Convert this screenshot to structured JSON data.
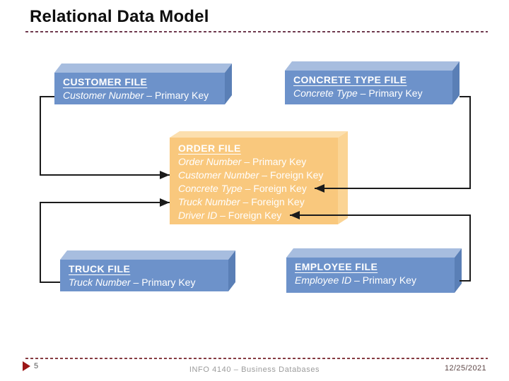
{
  "slide": {
    "title": "Relational Data Model",
    "footer": {
      "page": "5",
      "course": "INFO 4140 – Business Databases",
      "date": "12/25/2021"
    }
  },
  "diagram": {
    "boxes": [
      {
        "id": "customer",
        "title": "CUSTOMER FILE",
        "fields": [
          {
            "name": "Customer Number",
            "key": "– Primary Key"
          }
        ]
      },
      {
        "id": "concrete-type",
        "title": "CONCRETE TYPE FILE",
        "fields": [
          {
            "name": "Concrete Type",
            "key": "– Primary Key"
          }
        ]
      },
      {
        "id": "order",
        "title": "ORDER FILE",
        "fields": [
          {
            "name": "Order Number",
            "key": "– Primary Key"
          },
          {
            "name": "Customer Number",
            "key": "– Foreign Key"
          },
          {
            "name": "Concrete Type",
            "key": "– Foreign Key"
          },
          {
            "name": "Truck Number",
            "key": "– Foreign Key"
          },
          {
            "name": "Driver ID",
            "key": "– Foreign Key"
          }
        ]
      },
      {
        "id": "truck",
        "title": "TRUCK FILE",
        "fields": [
          {
            "name": "Truck Number",
            "key": "– Primary Key"
          }
        ]
      },
      {
        "id": "employee",
        "title": "EMPLOYEE FILE",
        "fields": [
          {
            "name": "Employee ID",
            "key": "– Primary Key"
          }
        ]
      }
    ],
    "connections": [
      {
        "from": "CUSTOMER FILE",
        "to": "ORDER FILE",
        "field": "Customer Number"
      },
      {
        "from": "TRUCK FILE",
        "to": "ORDER FILE",
        "field": "Truck Number"
      },
      {
        "from": "CONCRETE TYPE FILE",
        "to": "ORDER FILE",
        "field": "Concrete Type"
      },
      {
        "from": "EMPLOYEE FILE",
        "to": "ORDER FILE",
        "field": "Driver ID"
      }
    ],
    "colors": {
      "entity_box_front": "#6d92ca",
      "entity_box_top": "#a7bddf",
      "entity_box_right": "#5a7fb6",
      "order_box_front": "#f9c87d",
      "order_box_top": "#fcdfae",
      "order_box_right": "#fbd494",
      "connector": "#1b1b1b",
      "header_rule": "#6f3a4e",
      "footer_rule": "#863c42",
      "footer_triangle": "#9c1717",
      "text_on_boxes": "#ffffff"
    }
  }
}
